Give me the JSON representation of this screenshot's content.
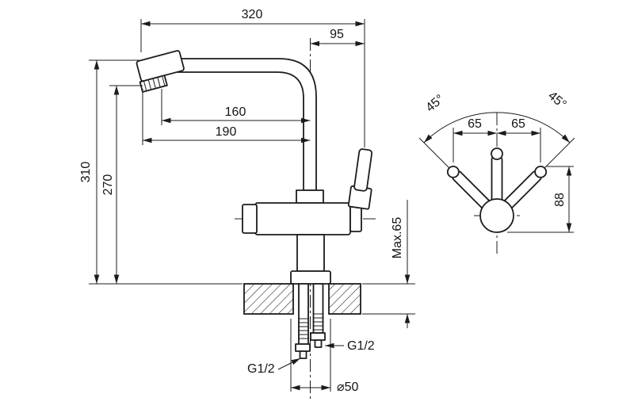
{
  "meta": {
    "background": "#ffffff",
    "line_color": "#1c1c1c"
  },
  "side_view": {
    "dim_total_reach": "320",
    "dim_spout_offset": "95",
    "dim_reach_160": "160",
    "dim_reach_190": "190",
    "dim_height_310": "310",
    "dim_height_270": "270",
    "dim_counter_max": "Max.65",
    "thread_right": "G1/2",
    "thread_left": "G1/2",
    "dim_base_diameter": "⌀50"
  },
  "top_view": {
    "angle_left": "45°",
    "angle_right": "45°",
    "dim_left_65": "65",
    "dim_right_65": "65",
    "dim_height_88": "88"
  }
}
